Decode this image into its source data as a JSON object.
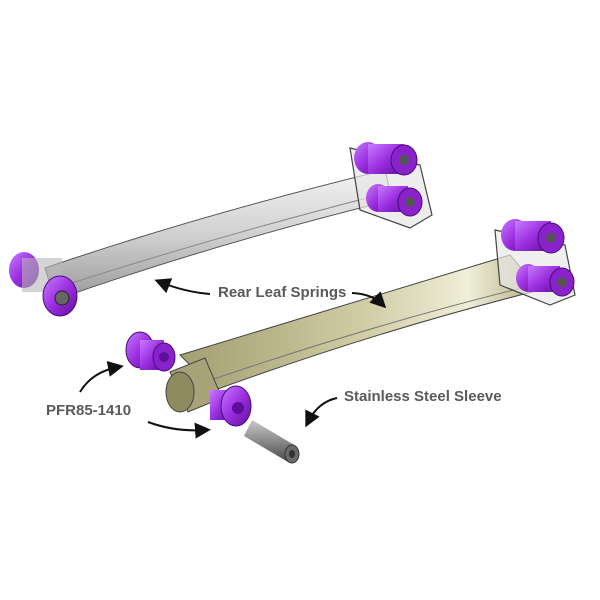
{
  "labels": {
    "rear_leaf_springs": "Rear Leaf Springs",
    "part_number": "PFR85-1410",
    "sleeve": "Stainless Steel Sleeve"
  },
  "colors": {
    "bushing": "#9b2fe0",
    "bushing_dark": "#6a12a8",
    "upper_spring": "#d8d8d8",
    "lower_spring": "#b8b48a",
    "sleeve": "#8a8a8a",
    "label_text": "#5a5a5a"
  }
}
